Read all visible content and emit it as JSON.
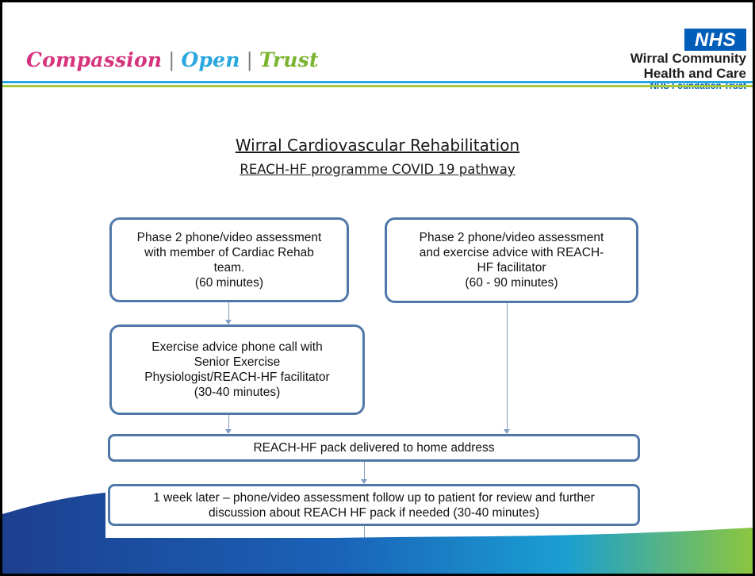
{
  "header": {
    "values": [
      "Compassion",
      "Open",
      "Trust"
    ],
    "separator": "|",
    "nhs_logo": "NHS",
    "org_line1": "Wirral Community",
    "org_line2": "Health and Care",
    "org_line3": "NHS Foundation Trust"
  },
  "title": "Wirral Cardiovascular Rehabilitation",
  "subtitle": "REACH-HF programme COVID 19 pathway",
  "boxes": {
    "phase2_team": "Phase 2 phone/video assessment\nwith member of Cardiac Rehab\nteam.\n(60 minutes)",
    "phase2_facilitator": "Phase 2 phone/video assessment\nand exercise advice with REACH-\nHF facilitator\n(60 - 90 minutes)",
    "exercise_call": "Exercise advice phone call with\nSenior Exercise\nPhysiologist/REACH-HF facilitator\n(30-40 minutes)",
    "pack_delivered": "REACH-HF pack delivered to home address",
    "followup": "1 week later – phone/video assessment follow up to patient for review and further\ndiscussion about REACH HF pack if needed (30-40 minutes)"
  },
  "colors": {
    "compassion": "#d6337e",
    "open": "#29a7de",
    "trust": "#7bb431",
    "box_border": "#4f78a8",
    "nhs_blue": "#005eb8"
  }
}
